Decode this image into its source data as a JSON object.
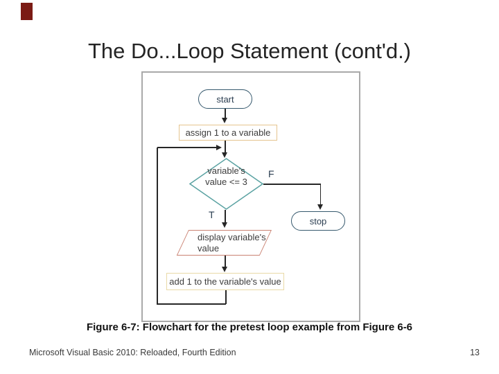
{
  "colors": {
    "accent": "#7b1b15",
    "figure_border": "#a9a9a9",
    "terminal_border": "#35586d",
    "decision_border": "#5aa2a2",
    "process_border": "#e5c48e",
    "process2_border": "#e9d9a6",
    "io_border": "#ca8272",
    "line": "#262626",
    "text_title": "#242424",
    "text_node": "#3c3c3c",
    "text_terminal": "#2a3d50"
  },
  "slide": {
    "title": "The Do...Loop Statement (cont'd.)",
    "caption": "Figure 6-7: Flowchart for the pretest loop example from Figure 6-6",
    "footer": "Microsoft Visual Basic 2010: Reloaded, Fourth Edition",
    "page_number": "13"
  },
  "flowchart": {
    "start": "start",
    "assign": "assign 1 to a variable",
    "decision_line1": "variable's",
    "decision_line2": "value <= 3",
    "false_label": "F",
    "true_label": "T",
    "stop": "stop",
    "display_line1": "display variable's",
    "display_line2": "value",
    "add": "add 1 to the variable's value"
  }
}
